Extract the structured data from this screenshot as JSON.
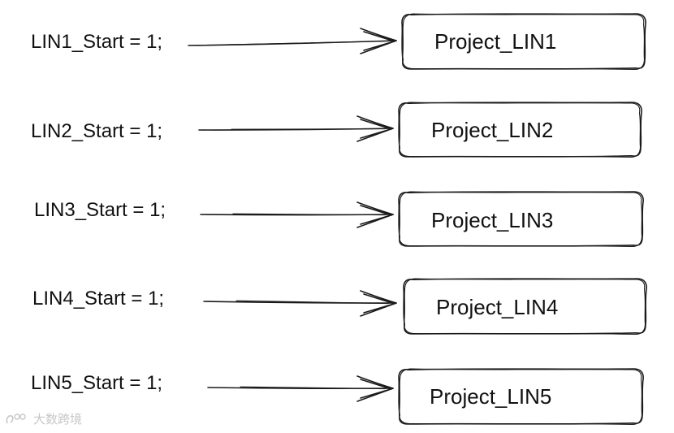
{
  "rows": [
    {
      "statement": "LIN1_Start = 1;",
      "project": "Project_LIN1"
    },
    {
      "statement": "LIN2_Start = 1;",
      "project": "Project_LIN2"
    },
    {
      "statement": "LIN3_Start = 1;",
      "project": "Project_LIN3"
    },
    {
      "statement": "LIN4_Start = 1;",
      "project": "Project_LIN4"
    },
    {
      "statement": "LIN5_Start = 1;",
      "project": "Project_LIN5"
    }
  ],
  "watermark": {
    "text": "大数跨境",
    "icon": "brand-logo-icon"
  },
  "colors": {
    "stroke": "#1b1b1b",
    "watermark": "#c7c7c7"
  }
}
